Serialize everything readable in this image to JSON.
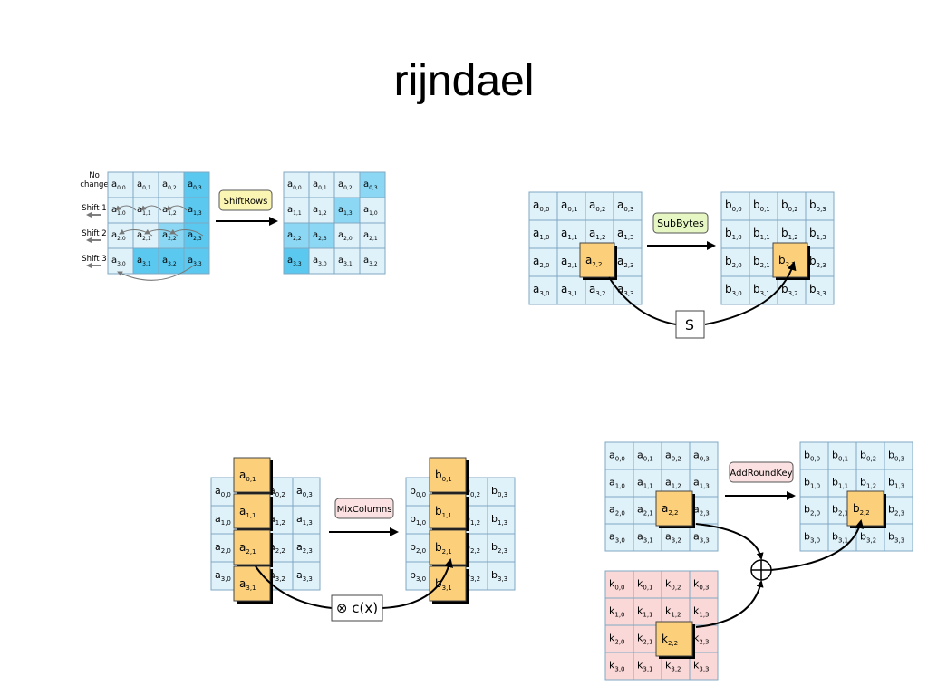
{
  "slide": {
    "title": "rijndael"
  },
  "colors": {
    "cell_light": "#dff2fa",
    "cell_blue": "#5ac8ef",
    "cell_blue_mid": "#8cd8f4",
    "cell_orange": "#fcd07a",
    "cell_pink": "#fbd8d8",
    "grid_line": "#7fa8c2",
    "arrow": "#000000"
  },
  "shiftrows": {
    "button_label": "ShiftRows",
    "row_labels": [
      "No\nchange",
      "Shift 1",
      "Shift 2",
      "Shift 3"
    ],
    "input": [
      [
        "a0,0",
        "a0,1",
        "a0,2",
        "a0,3"
      ],
      [
        "a1,0",
        "a1,1",
        "a1,2",
        "a1,3"
      ],
      [
        "a2,0",
        "a2,1",
        "a2,2",
        "a2,3"
      ],
      [
        "a3,0",
        "a3,1",
        "a3,2",
        "a3,3"
      ]
    ],
    "output": [
      [
        "a0,0",
        "a0,1",
        "a0,2",
        "a0,3"
      ],
      [
        "a1,1",
        "a1,2",
        "a1,3",
        "a1,0"
      ],
      [
        "a2,2",
        "a2,3",
        "a2,0",
        "a2,1"
      ],
      [
        "a3,3",
        "a3,0",
        "a3,1",
        "a3,2"
      ]
    ]
  },
  "subbytes": {
    "button_label": "SubBytes",
    "box_label": "S",
    "input": [
      [
        "a0,0",
        "a0,1",
        "a0,2",
        "a0,3"
      ],
      [
        "a1,0",
        "a1,1",
        "a1,2",
        "a1,3"
      ],
      [
        "a2,0",
        "a2,1",
        "a2,2",
        "a2,3"
      ],
      [
        "a3,0",
        "a3,1",
        "a3,2",
        "a3,3"
      ]
    ],
    "output": [
      [
        "b0,0",
        "b0,1",
        "b0,2",
        "b0,3"
      ],
      [
        "b1,0",
        "b1,1",
        "b1,2",
        "b1,3"
      ],
      [
        "b2,0",
        "b2,1",
        "b2,2",
        "b2,3"
      ],
      [
        "b3,0",
        "b3,1",
        "b3,2",
        "b3,3"
      ]
    ],
    "highlight_in": "a2,2",
    "highlight_out": "b2,2"
  },
  "mixcolumns": {
    "button_label": "MixColumns",
    "box_label": "⊗ c(x)",
    "input": [
      [
        "a0,0",
        "a0,1",
        "a0,2",
        "a0,3"
      ],
      [
        "a1,0",
        "a1,1",
        "a1,2",
        "a1,3"
      ],
      [
        "a2,0",
        "a2,1",
        "a2,2",
        "a2,3"
      ],
      [
        "a3,0",
        "a3,1",
        "a3,2",
        "a3,3"
      ]
    ],
    "output": [
      [
        "b0,0",
        "b0,1",
        "b0,2",
        "b0,3"
      ],
      [
        "b1,0",
        "b1,1",
        "b1,2",
        "b1,3"
      ],
      [
        "b2,0",
        "b2,1",
        "b2,2",
        "b2,3"
      ],
      [
        "b3,0",
        "b3,1",
        "b3,2",
        "b3,3"
      ]
    ],
    "highlight_column": [
      "a0,1",
      "a1,1",
      "a2,1",
      "a3,1"
    ],
    "highlight_column_out": [
      "b0,1",
      "b1,1",
      "b2,1",
      "b3,1"
    ]
  },
  "addroundkey": {
    "button_label": "AddRoundKey",
    "input": [
      [
        "a0,0",
        "a0,1",
        "a0,2",
        "a0,3"
      ],
      [
        "a1,0",
        "a1,1",
        "a1,2",
        "a1,3"
      ],
      [
        "a2,0",
        "a2,1",
        "a2,2",
        "a2,3"
      ],
      [
        "a3,0",
        "a3,1",
        "a3,2",
        "a3,3"
      ]
    ],
    "key": [
      [
        "k0,0",
        "k0,1",
        "k0,2",
        "k0,3"
      ],
      [
        "k1,0",
        "k1,1",
        "k1,2",
        "k1,3"
      ],
      [
        "k2,0",
        "k2,1",
        "k2,2",
        "k2,3"
      ],
      [
        "k3,0",
        "k3,1",
        "k3,2",
        "k3,3"
      ]
    ],
    "output": [
      [
        "b0,0",
        "b0,1",
        "b0,2",
        "b0,3"
      ],
      [
        "b1,0",
        "b1,1",
        "b1,2",
        "b1,3"
      ],
      [
        "b2,0",
        "b2,1",
        "b2,2",
        "b2,3"
      ],
      [
        "b3,0",
        "b3,1",
        "b3,2",
        "b3,3"
      ]
    ],
    "highlight_in": "a2,2",
    "highlight_key": "k2,2",
    "highlight_out": "b2,2"
  }
}
